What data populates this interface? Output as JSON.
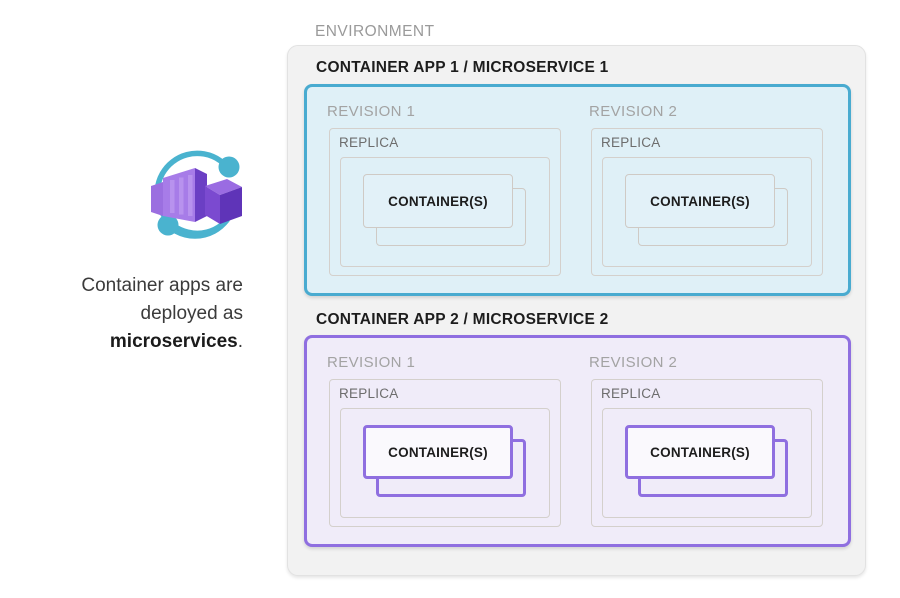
{
  "left": {
    "icon_name": "azure-container-apps-icon",
    "caption_line1": "Container apps are",
    "caption_line2": "deployed as",
    "caption_emphasis": "microservices",
    "caption_period": "."
  },
  "environment": {
    "label": "ENVIRONMENT",
    "apps": [
      {
        "heading": "CONTAINER APP 1 / MICROSERVICE 1",
        "accent": "#49abd0",
        "fill": "#dff0f7",
        "revisions": [
          {
            "label": "REVISION 1",
            "replica_label": "REPLICA",
            "container_label": "CONTAINER(S)"
          },
          {
            "label": "REVISION 2",
            "replica_label": "REPLICA",
            "container_label": "CONTAINER(S)"
          }
        ]
      },
      {
        "heading": "CONTAINER APP 2 / MICROSERVICE 2",
        "accent": "#8f6fe0",
        "fill": "#f0ecf9",
        "revisions": [
          {
            "label": "REVISION 1",
            "replica_label": "REPLICA",
            "container_label": "CONTAINER(S)"
          },
          {
            "label": "REVISION 2",
            "replica_label": "REPLICA",
            "container_label": "CONTAINER(S)"
          }
        ]
      }
    ]
  }
}
